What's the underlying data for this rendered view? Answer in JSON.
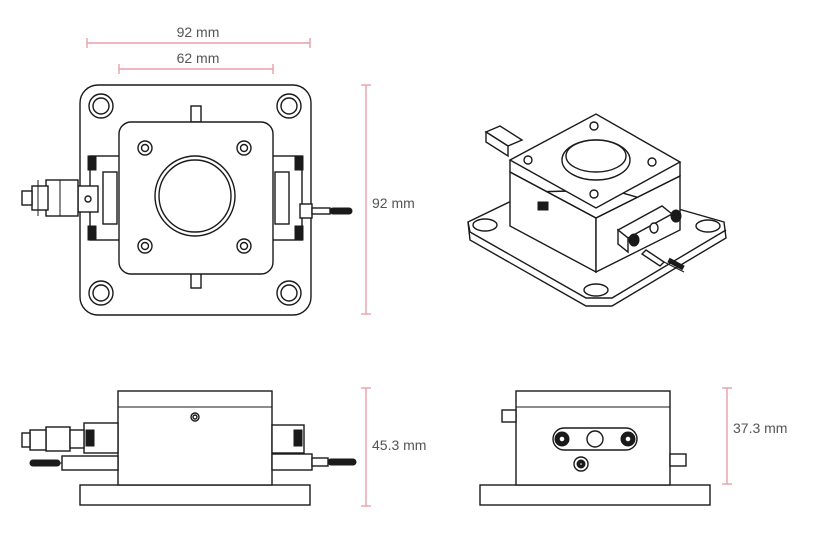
{
  "dimensions": {
    "top_width_outer": "92 mm",
    "top_width_inner": "62 mm",
    "top_height": "92 mm",
    "front_height": "45.3 mm",
    "side_height": "37.3 mm"
  },
  "colors": {
    "dimension_line": "#e8a0a8",
    "dimension_text": "#555555",
    "outline": "#1a1a1a",
    "background": "#ffffff"
  }
}
